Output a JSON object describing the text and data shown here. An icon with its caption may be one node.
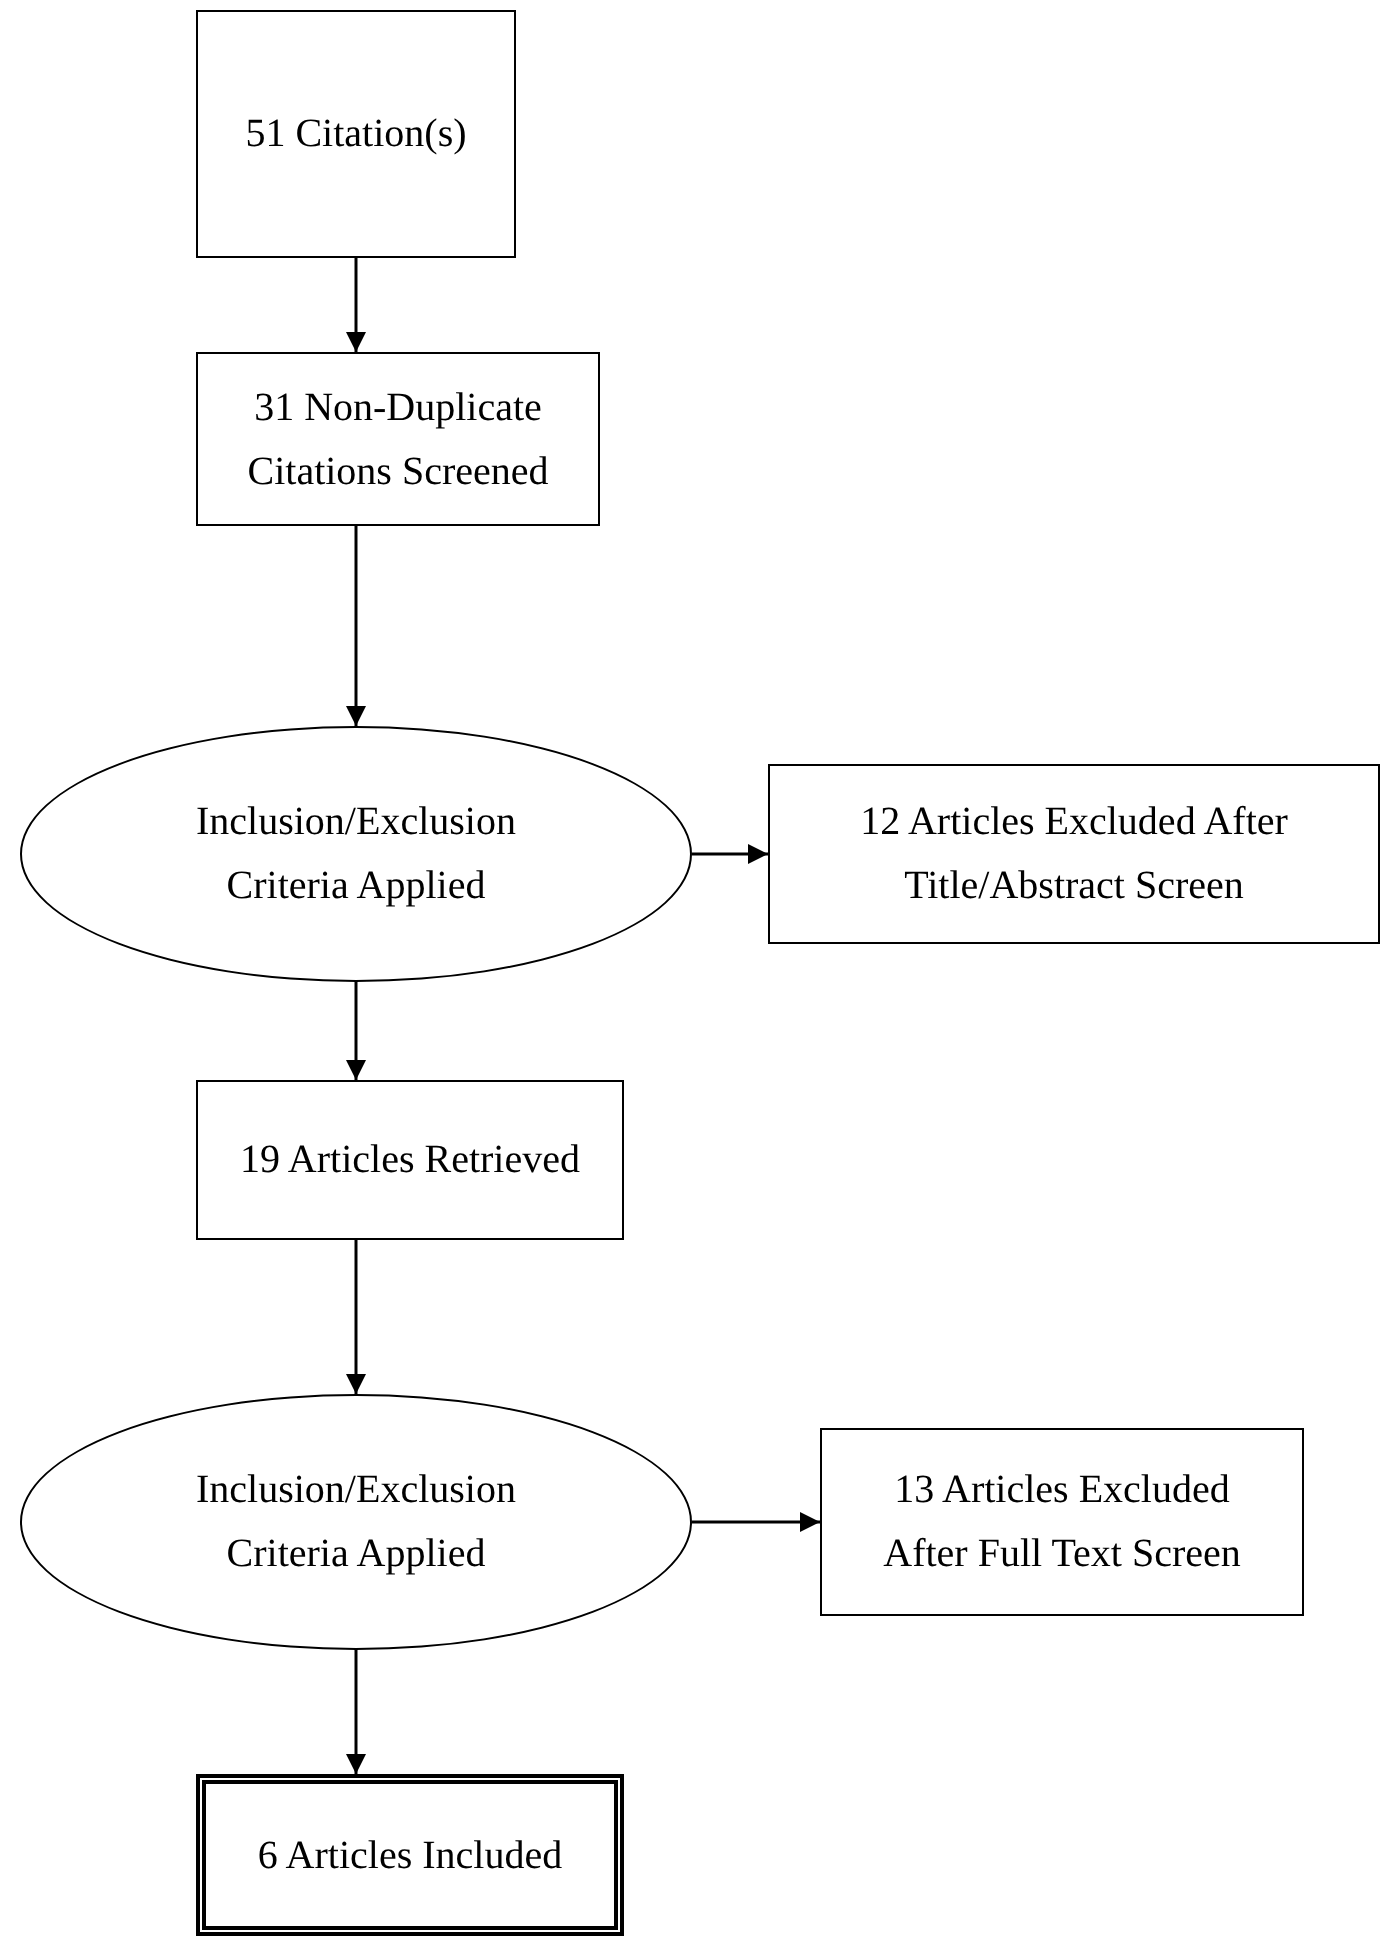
{
  "diagram": {
    "nodes": [
      {
        "text": [
          "51 Citation(s)"
        ]
      },
      {
        "text": [
          "31 Non-Duplicate Citations Screened"
        ]
      },
      {
        "text": [
          "Inclusion/Exclusion Criteria Applied"
        ]
      },
      {
        "text": [
          "12 Articles Excluded After Title/Abstract Screen"
        ]
      },
      {
        "text": [
          "19 Articles Retrieved"
        ]
      },
      {
        "text": [
          "Inclusion/Exclusion Criteria Applied"
        ]
      },
      {
        "text": [
          "13 Articles Excluded After Full Text Screen"
        ]
      },
      {
        "text": [
          "6 Articles Included"
        ]
      }
    ],
    "edges": [
      {
        "from": 0,
        "to": 1,
        "arrow": "to"
      },
      {
        "from": 1,
        "to": 2,
        "arrow": "to"
      },
      {
        "from": 2,
        "to": 3,
        "arrow": "to"
      },
      {
        "from": 2,
        "to": 4,
        "arrow": "to"
      },
      {
        "from": 4,
        "to": 5,
        "arrow": "to"
      },
      {
        "from": 5,
        "to": 6,
        "arrow": "to"
      },
      {
        "from": 5,
        "to": 7,
        "arrow": "to"
      }
    ]
  }
}
